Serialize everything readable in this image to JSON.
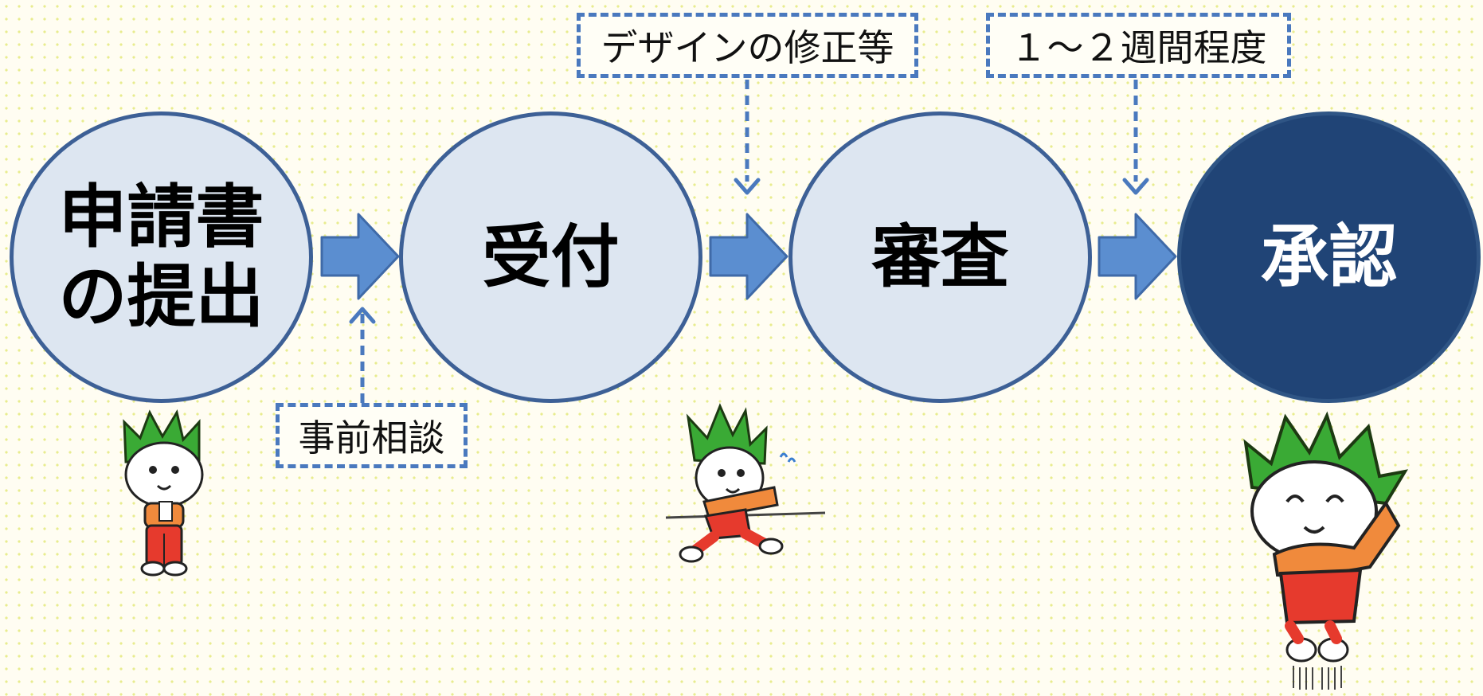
{
  "steps": [
    {
      "label": "申請書\nの提出"
    },
    {
      "label": "受付"
    },
    {
      "label": "審査"
    },
    {
      "label": "承認"
    }
  ],
  "notes": {
    "consult": "事前相談",
    "revision": "デザインの修正等",
    "duration": "１～２週間程度"
  },
  "colors": {
    "circle_fill": "#dde6f1",
    "circle_border": "#3d6096",
    "final_fill": "#204476",
    "arrow": "#5b8ed0",
    "dashed": "#4a79be"
  }
}
